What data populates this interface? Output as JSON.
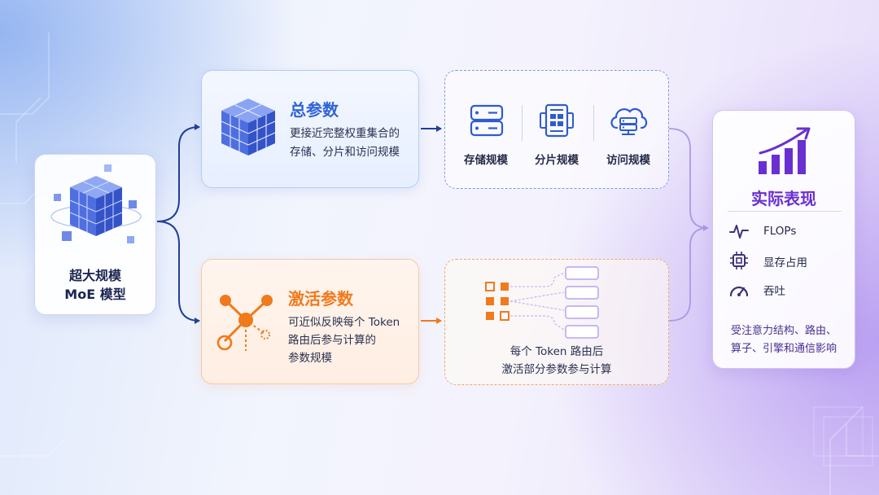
{
  "model": {
    "line1": "超大规模",
    "line2": "MoE 模型"
  },
  "total_params": {
    "title": "总参数",
    "desc_line1": "更接近完整权重集合的",
    "desc_line2": "存储、分片和访问规模"
  },
  "scale_items": [
    {
      "icon": "server-icon",
      "label": "存储规模"
    },
    {
      "icon": "shard-icon",
      "label": "分片规模"
    },
    {
      "icon": "cloud-access-icon",
      "label": "访问规模"
    }
  ],
  "active_params": {
    "title": "激活参数",
    "desc_line1": "可近似反映每个 Token",
    "desc_line2": "路由后参与计算的",
    "desc_line3": "参数规模"
  },
  "routing": {
    "line1": "每个 Token 路由后",
    "line2": "激活部分参数参与计算"
  },
  "performance": {
    "title": "实际表现",
    "items": [
      {
        "icon": "pulse-icon",
        "label": "FLOPs"
      },
      {
        "icon": "chip-icon",
        "label": "显存占用"
      },
      {
        "icon": "gauge-icon",
        "label": "吞吐"
      }
    ],
    "note_line1": "受注意力结构、路由、",
    "note_line2": "算子、引擎和通信影响"
  },
  "colors": {
    "blue_accent": "#2f63d8",
    "orange_accent": "#f07a1c",
    "purple_accent": "#6a2fd0",
    "connector_blue": "#1f3f9a",
    "connector_orange": "#f07a1c",
    "connector_purple": "#a99be6"
  }
}
